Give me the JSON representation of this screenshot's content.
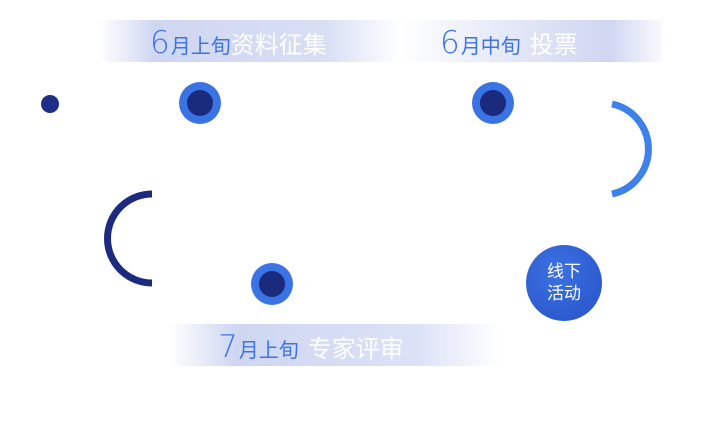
{
  "milestones": [
    {
      "month": "6",
      "period": "月上旬",
      "event": "资料征集"
    },
    {
      "month": "6",
      "period": "月中旬",
      "event": "投票"
    },
    {
      "month": "7",
      "period": "月上旬",
      "event": "专家评审"
    }
  ],
  "offline_event": {
    "line1": "线下",
    "line2": "活动"
  },
  "colors": {
    "path_dark": "#1e2f8c",
    "path_light": "#3c78e8",
    "node_outer": "#3a73e4",
    "node_inner": "#1a2a7c",
    "text_accent": "#3d74e4",
    "badge": "#2f5ed2"
  }
}
